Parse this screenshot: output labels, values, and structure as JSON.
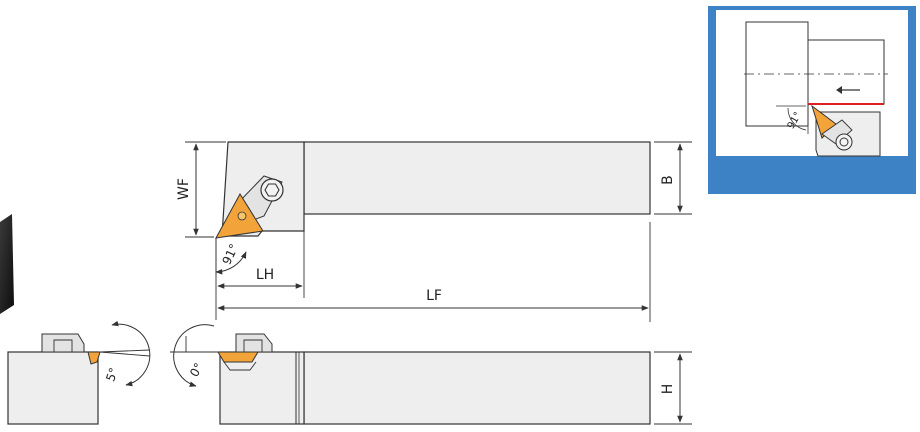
{
  "dimension_labels": {
    "wf": "WF",
    "b": "B",
    "lh": "LH",
    "lf": "LF",
    "h": "H"
  },
  "angle_labels": {
    "approach_top": "91°",
    "approach_inset": "91°",
    "clearance_side": "5°",
    "rake_front": "0°"
  },
  "colors": {
    "insert": "#f2a33a",
    "holder_body": "#eeeeee",
    "outline": "#333333",
    "inset_frame": "#3d82c4",
    "cut_line": "#e02020"
  },
  "icons": {
    "feed_direction": "arrow-left-icon",
    "clamp_screw": "hex-screw-icon"
  }
}
